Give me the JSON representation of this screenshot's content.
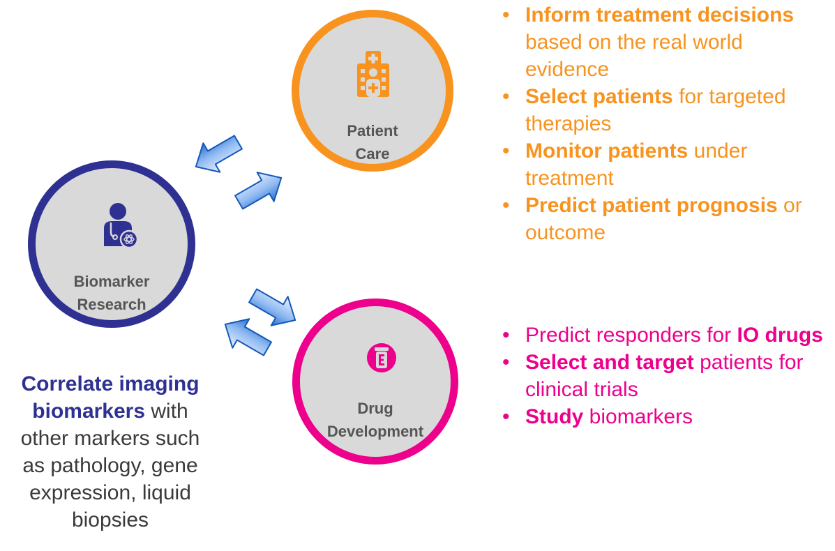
{
  "nodes": {
    "patient_care": {
      "line1": "Patient",
      "line2": "Care",
      "icon": "hospital-icon",
      "color": "#f7931e"
    },
    "biomarker_research": {
      "line1": "Biomarker",
      "line2": "Research",
      "icon": "doctor-icon",
      "color": "#2e3192"
    },
    "drug_development": {
      "line1": "Drug",
      "line2": "Development",
      "icon": "pill-bottle-icon",
      "color": "#ec008c"
    }
  },
  "patient_care_bullets": [
    {
      "bold": "Inform treatment decisions",
      "rest": " based on the real world evidence"
    },
    {
      "bold": "Select patients",
      "rest": " for targeted therapies"
    },
    {
      "bold": "Monitor patients",
      "rest": " under treatment"
    },
    {
      "bold": "Predict patient prognosis",
      "rest": " or outcome"
    }
  ],
  "drug_development_bullets": [
    {
      "pre": "Predict responders for ",
      "bold": "IO drugs",
      "rest": ""
    },
    {
      "pre": "",
      "bold": "Select and target",
      "rest": " patients for clinical trials"
    },
    {
      "pre": "",
      "bold": "Study",
      "rest": " biomarkers"
    }
  ],
  "biomarker_text": {
    "line1": "Correlate imaging",
    "bold2": "biomarkers",
    "rest2": " with",
    "line3": "other markers such",
    "line4": "as pathology, gene",
    "line5": "expression, liquid",
    "line6": "biopsies"
  },
  "colors": {
    "orange": "#f7931e",
    "navy": "#2e3192",
    "magenta": "#ec008c",
    "arrow_blue": "#1f6fd6",
    "circle_fill": "#d9d9d9"
  }
}
